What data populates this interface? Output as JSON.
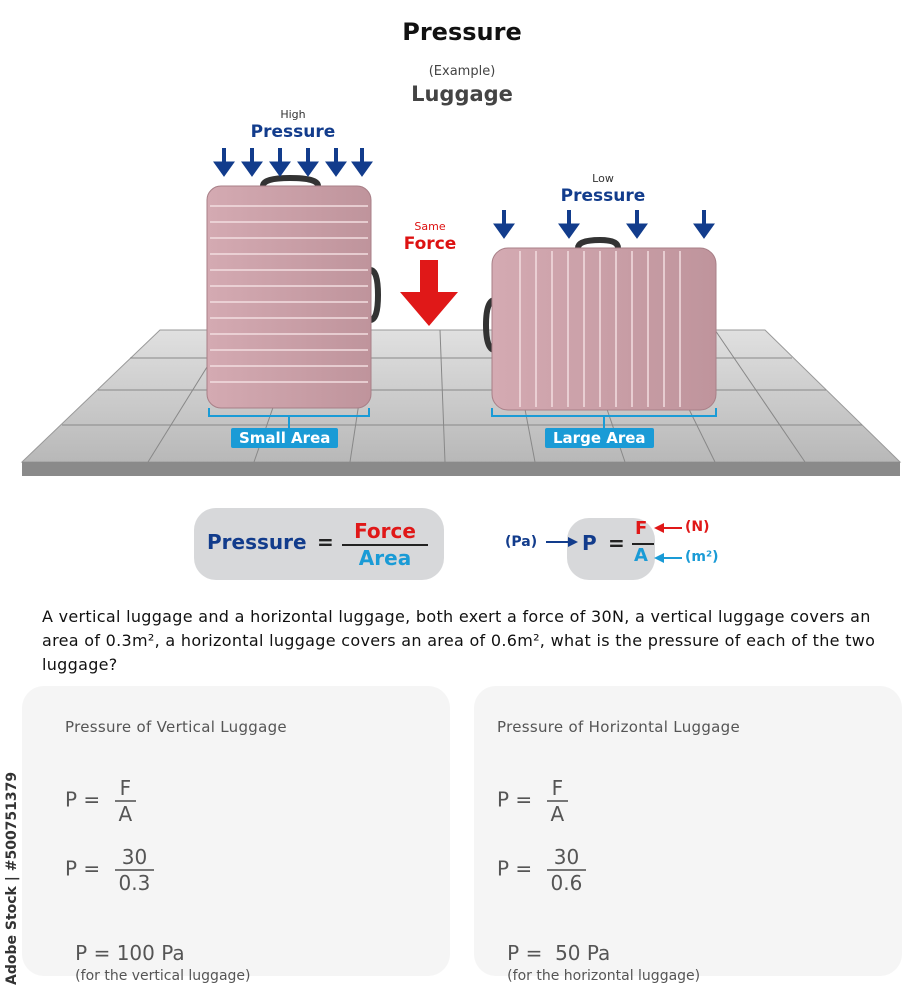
{
  "header": {
    "title": "Pressure",
    "example_label": "(Example)",
    "subtitle": "Luggage"
  },
  "illustration": {
    "left": {
      "pressure_small": "High",
      "pressure_big": "Pressure",
      "area_label": "Small Area"
    },
    "middle": {
      "force_small": "Same",
      "force_big": "Force"
    },
    "right": {
      "pressure_small": "Low",
      "pressure_big": "Pressure",
      "area_label": "Large Area"
    },
    "colors": {
      "luggage": "#c9a0a8",
      "arrow_blue": "#123c8c",
      "arrow_red": "#e01818",
      "area_blue": "#1a9bd6",
      "floor": "#c8c8c8"
    }
  },
  "formula": {
    "lhs": "Pressure",
    "equals": "=",
    "numerator": "Force",
    "denominator": "Area"
  },
  "symbol_formula": {
    "pa_label": "(Pa)",
    "p": "P",
    "equals": "=",
    "f": "F",
    "a": "A",
    "n_label": "(N)",
    "m2_label": "(m²)"
  },
  "question": "A vertical luggage and a horizontal luggage, both exert a force of 30N, a vertical luggage covers an area of 0.3m², a horizontal luggage covers an area of 0.6m², what is the pressure of each of the two luggage?",
  "panels": [
    {
      "title": "Pressure of Vertical Luggage",
      "step1_lhs": "P =",
      "step1_num": "F",
      "step1_den": "A",
      "step2_lhs": "P =",
      "step2_num": "30",
      "step2_den": "0.3",
      "result": "P = 100 Pa",
      "note": "(for the vertical luggage)"
    },
    {
      "title": "Pressure of Horizontal Luggage",
      "step1_lhs": "P =",
      "step1_num": "F",
      "step1_den": "A",
      "step2_lhs": "P =",
      "step2_num": "30",
      "step2_den": "0.6",
      "result": "P =  50 Pa",
      "note": "(for the horizontal luggage)"
    }
  ],
  "watermark": "Adobe Stock | #500751379"
}
